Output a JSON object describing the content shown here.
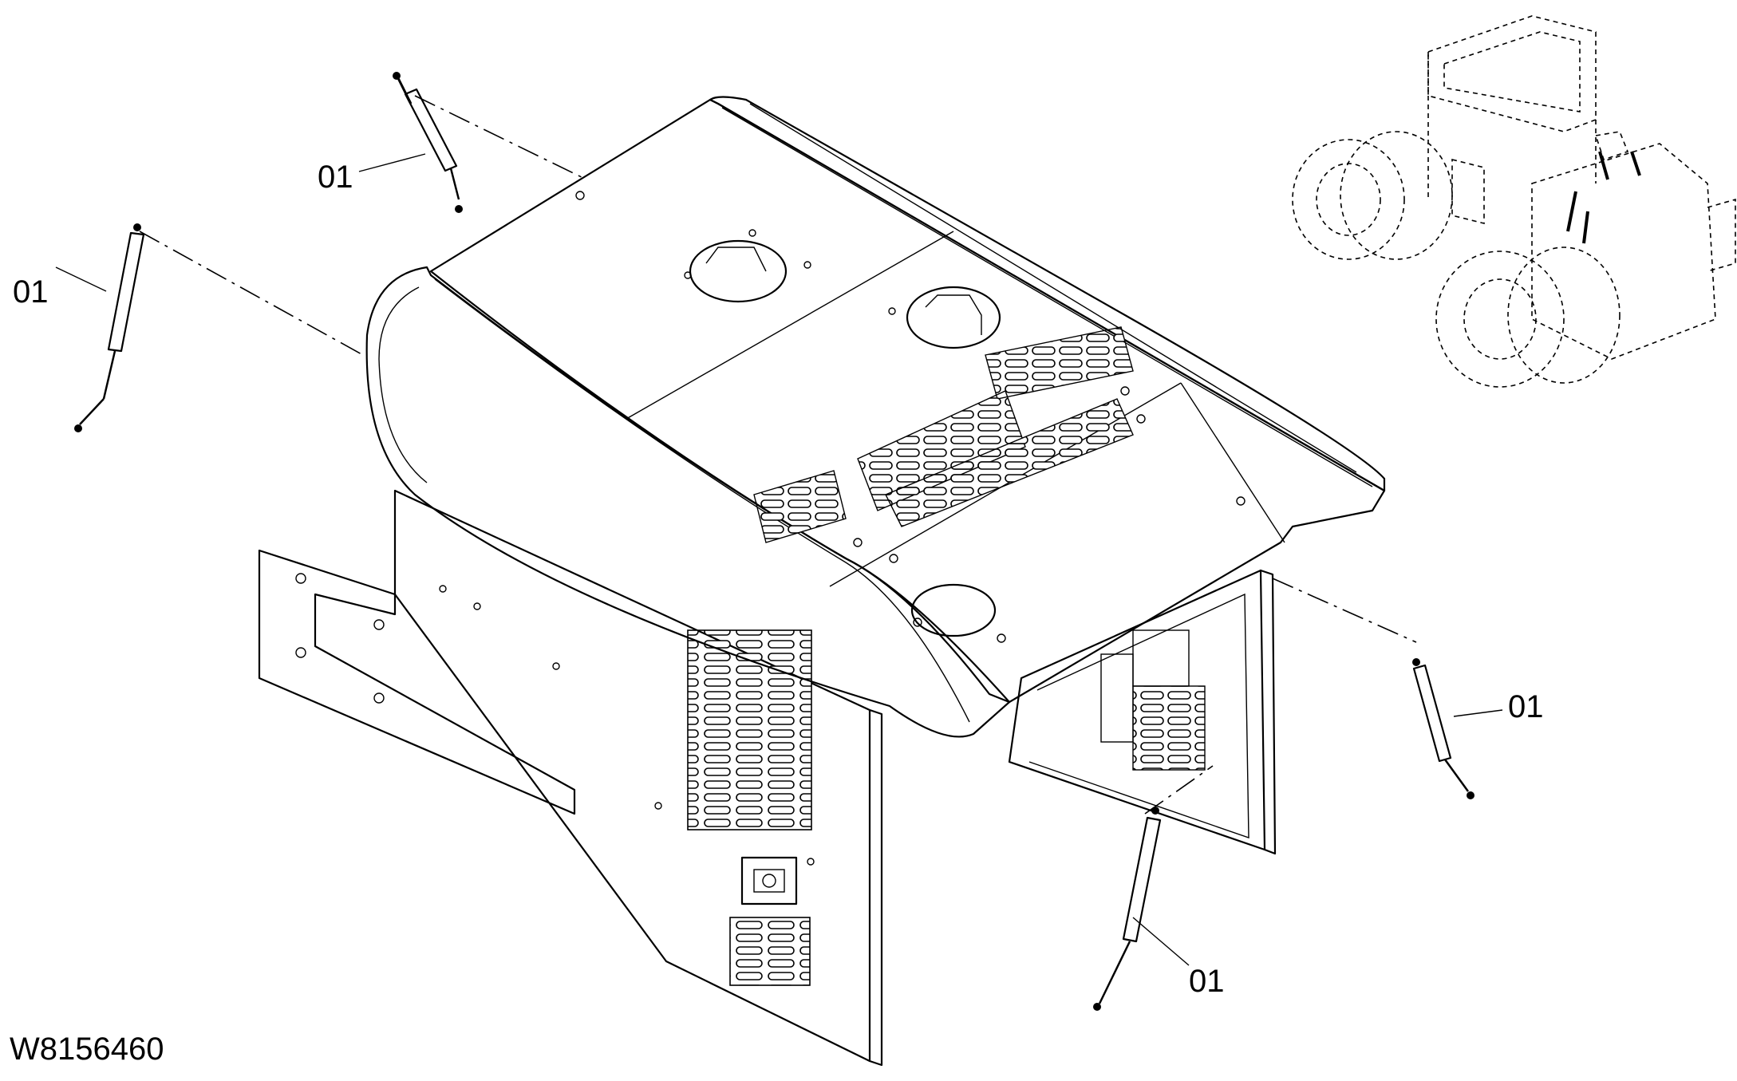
{
  "figure": {
    "id": "W8156460",
    "callouts": [
      {
        "key": "strut-top",
        "label": "01"
      },
      {
        "key": "strut-left",
        "label": "01"
      },
      {
        "key": "strut-right",
        "label": "01"
      },
      {
        "key": "strut-bottom",
        "label": "01"
      }
    ]
  },
  "parts": {
    "main": "engine-hood-assembly",
    "detail": "gas-spring-strut",
    "locator": "machine-locator-view"
  }
}
